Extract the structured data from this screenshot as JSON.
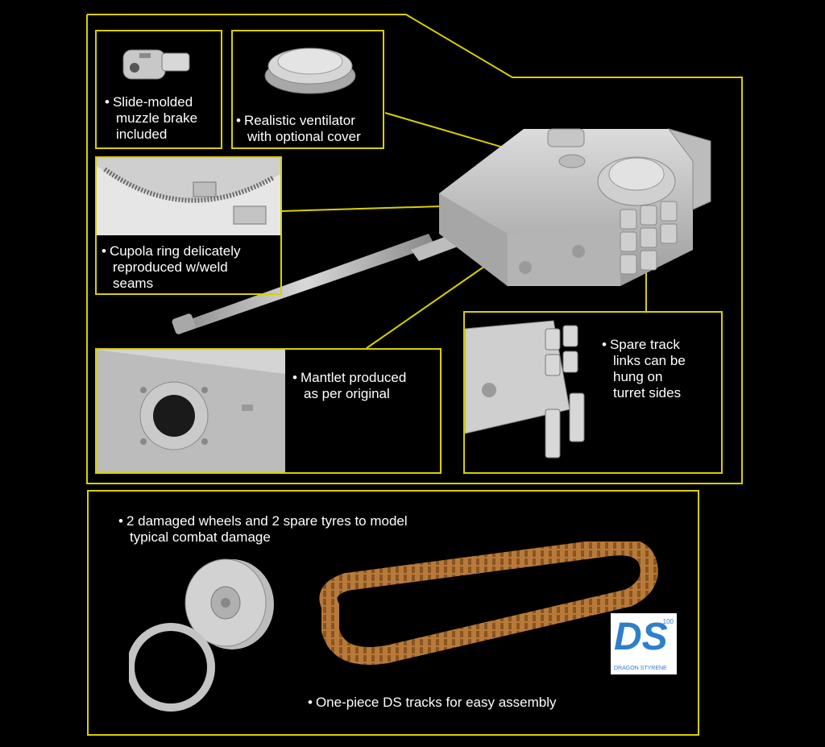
{
  "colors": {
    "frame": "#d8d000",
    "background": "#000000",
    "model_grey": "#c8c8c8",
    "track_copper": "#b87a3a",
    "ds_blue": "#2f7fc8"
  },
  "features": {
    "muzzle_brake": [
      "Slide-molded",
      "muzzle brake",
      "included"
    ],
    "ventilator": [
      "Realistic ventilator",
      "with optional cover"
    ],
    "cupola": [
      "Cupola ring delicately",
      "reproduced w/weld",
      "seams"
    ],
    "mantlet": [
      "Mantlet produced",
      "as per original"
    ],
    "spare_track": [
      "Spare track",
      "links can be",
      "hung on",
      "turret sides"
    ],
    "wheels": [
      "2 damaged wheels and 2 spare tyres to model",
      "typical combat damage"
    ],
    "ds_tracks": [
      "One-piece DS tracks for easy assembly"
    ]
  },
  "bullet": "•",
  "ds_logo": {
    "letters": "DS",
    "sub": "DRAGON STYRENE",
    "super": "100"
  }
}
